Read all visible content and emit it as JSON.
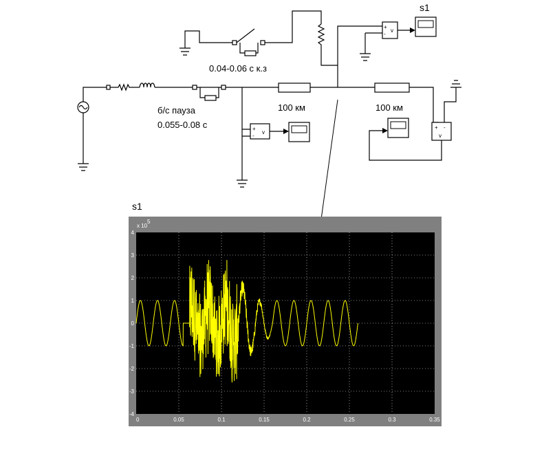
{
  "diagram": {
    "fault_label": "0.04-0.06 с  к.з",
    "pause_label_1": "б/с пауза",
    "pause_label_2": "0.055-0.08 с",
    "line1_label": "100 км",
    "line2_label": "100 км",
    "scope_label": "s1",
    "measure_label": "v",
    "plus_sign": "+",
    "minus_sign": "-"
  },
  "plot": {
    "title": "s1",
    "exponent_base": "x 10",
    "exponent_power": "5",
    "background": "#000000",
    "frame_color": "#808080",
    "trace_color": "#ffff00",
    "grid_color": "#ffffff",
    "grid": true
  },
  "chart_data": {
    "type": "line",
    "title": "",
    "xlabel": "",
    "ylabel": "",
    "xlim": [
      0,
      0.35
    ],
    "ylim": [
      -400000,
      400000
    ],
    "x_ticks": [
      "0",
      "0.05",
      "0.1",
      "0.15",
      "0.2",
      "0.25",
      "0.3",
      "0.35"
    ],
    "y_ticks": [
      "4",
      "3",
      "2",
      "1",
      "0",
      "-1",
      "-2",
      "-3",
      "-4"
    ],
    "series": [
      {
        "frequency_hz": 50,
        "time_range": [
          0,
          0.26
        ],
        "segments": [
          {
            "t": [
              0,
              0.055
            ],
            "shape": "sine",
            "amplitude": 100000
          },
          {
            "t": [
              0.055,
              0.0625
            ],
            "shape": "flat",
            "amplitude": 0
          },
          {
            "t": [
              0.0625,
              0.12
            ],
            "shape": "transient",
            "peak_amplitude": 330000
          },
          {
            "t": [
              0.12,
              0.16
            ],
            "shape": "decaying-transient",
            "peak_amplitude": 170000
          },
          {
            "t": [
              0.16,
              0.26
            ],
            "shape": "sine",
            "amplitude": 100000
          }
        ]
      }
    ]
  }
}
